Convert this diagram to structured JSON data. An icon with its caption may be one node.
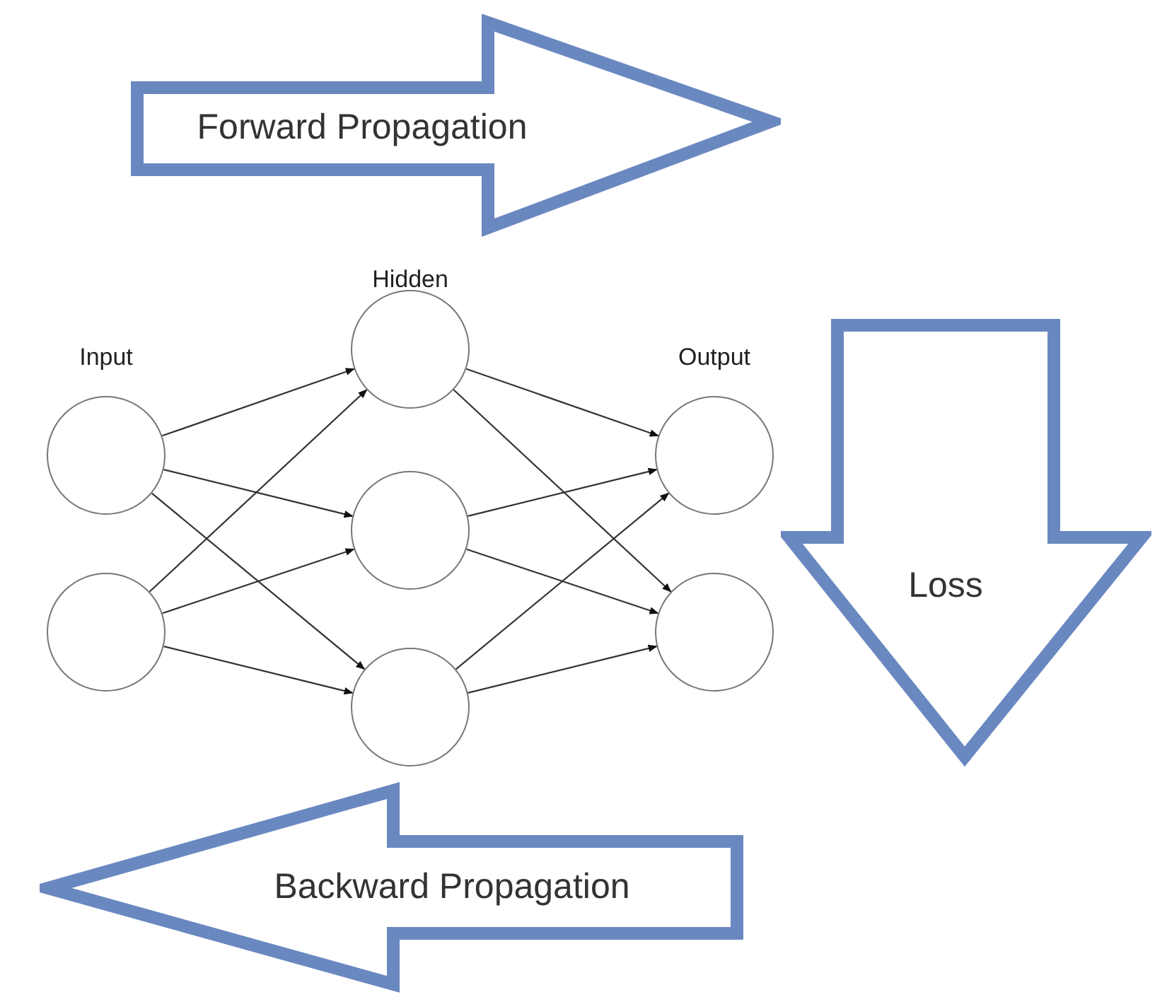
{
  "diagram": {
    "nodes": [
      {
        "text": [
          "Forward Propagation"
        ]
      },
      {
        "text": [],
        "shape": "circle"
      },
      {
        "text": [],
        "shape": "circle"
      },
      {
        "text": [],
        "shape": "circle"
      },
      {
        "text": [],
        "shape": "circle"
      },
      {
        "text": [],
        "shape": "circle"
      },
      {
        "text": [],
        "shape": "circle"
      },
      {
        "text": [],
        "shape": "circle"
      },
      {
        "text": [
          "Loss"
        ]
      },
      {
        "text": [
          "Backward Propagation"
        ]
      }
    ],
    "edges": [
      {
        "from": 1,
        "to": 3,
        "arrow": "to"
      },
      {
        "from": 1,
        "to": 4,
        "arrow": "to"
      },
      {
        "from": 1,
        "to": 5,
        "arrow": "to"
      },
      {
        "from": 2,
        "to": 3,
        "arrow": "to"
      },
      {
        "from": 2,
        "to": 4,
        "arrow": "to"
      },
      {
        "from": 2,
        "to": 5,
        "arrow": "to"
      },
      {
        "from": 3,
        "to": 6,
        "arrow": "to"
      },
      {
        "from": 3,
        "to": 7,
        "arrow": "to"
      },
      {
        "from": 4,
        "to": 6,
        "arrow": "to"
      },
      {
        "from": 4,
        "to": 7,
        "arrow": "to"
      },
      {
        "from": 5,
        "to": 6,
        "arrow": "to"
      },
      {
        "from": 5,
        "to": 7,
        "arrow": "to"
      }
    ],
    "labels": [
      "Hidden",
      "Input",
      "Output"
    ]
  }
}
